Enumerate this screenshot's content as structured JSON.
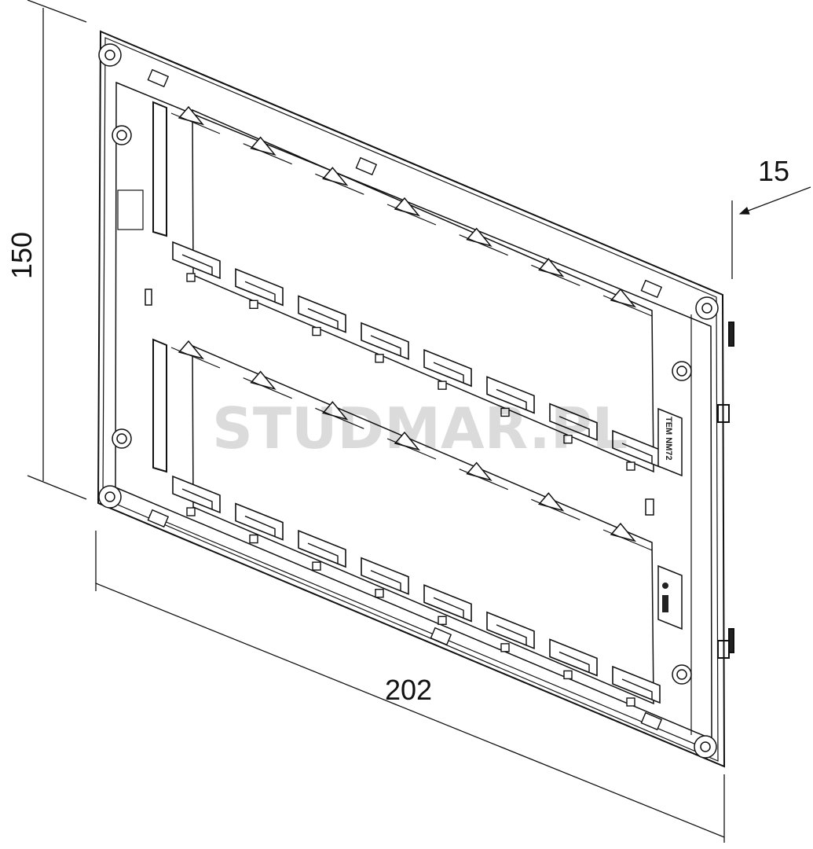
{
  "drawing": {
    "dimensions": {
      "height": "150",
      "width": "202",
      "depth": "15"
    },
    "product_label": "TEM NM72",
    "watermark": "STUDMAR.PL",
    "colors": {
      "line": "#111111",
      "background": "#ffffff"
    }
  }
}
